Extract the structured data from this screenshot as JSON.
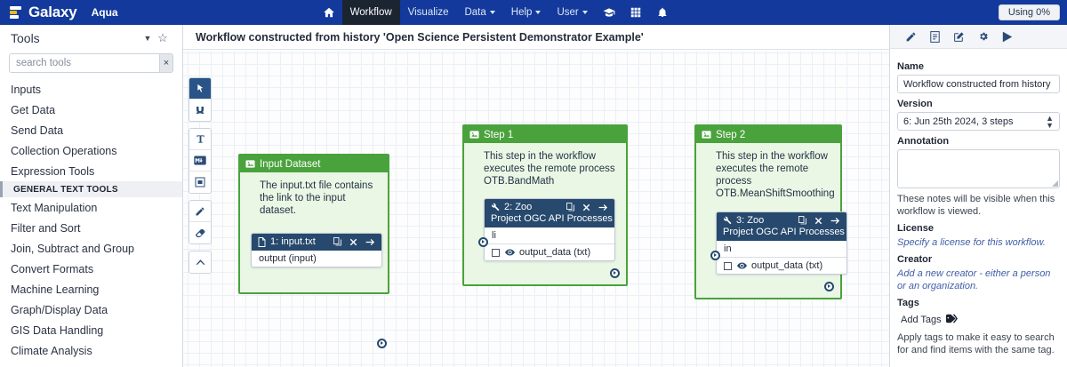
{
  "masthead": {
    "brand": "Galaxy",
    "brand_sub": "Aqua",
    "nav": [
      {
        "label": "home-icon",
        "icon": "home-icon",
        "active": false,
        "caret": false
      },
      {
        "label": "Workflow",
        "icon": "",
        "active": true,
        "caret": false
      },
      {
        "label": "Visualize",
        "icon": "",
        "active": false,
        "caret": false
      },
      {
        "label": "Data",
        "icon": "",
        "active": false,
        "caret": true
      },
      {
        "label": "Help",
        "icon": "",
        "active": false,
        "caret": true
      },
      {
        "label": "User",
        "icon": "",
        "active": false,
        "caret": true
      }
    ],
    "icons": [
      "graduation-cap-icon",
      "grid-apps-icon",
      "bell-icon"
    ],
    "usage_badge": "Using 0%",
    "accent_color": "#12399b"
  },
  "tools_panel": {
    "title": "Tools",
    "search_placeholder": "search tools",
    "search_value": "",
    "clear_label": "×",
    "items": [
      {
        "label": "Inputs",
        "type": "item"
      },
      {
        "label": "Get Data",
        "type": "item"
      },
      {
        "label": "Send Data",
        "type": "item"
      },
      {
        "label": "Collection Operations",
        "type": "item"
      },
      {
        "label": "Expression Tools",
        "type": "item"
      },
      {
        "label": "GENERAL TEXT TOOLS",
        "type": "section"
      },
      {
        "label": "Text Manipulation",
        "type": "item"
      },
      {
        "label": "Filter and Sort",
        "type": "item"
      },
      {
        "label": "Join, Subtract and Group",
        "type": "item"
      },
      {
        "label": "Convert Formats",
        "type": "item"
      },
      {
        "label": "Machine Learning",
        "type": "item"
      },
      {
        "label": "Graph/Display Data",
        "type": "item"
      },
      {
        "label": "GIS Data Handling",
        "type": "item"
      },
      {
        "label": "Climate Analysis",
        "type": "item"
      }
    ]
  },
  "editor": {
    "title": "Workflow constructed from history 'Open Science Persistent Demonstrator Example'",
    "toolstrip": [
      {
        "name": "pointer-icon",
        "active": true
      },
      {
        "name": "magnet-icon",
        "active": false
      },
      {
        "name": "text-comment-icon",
        "active": false
      },
      {
        "name": "markdown-comment-icon",
        "active": false
      },
      {
        "name": "frame-comment-icon",
        "active": false
      },
      {
        "name": "freehand-pen-icon",
        "active": false
      },
      {
        "name": "eraser-icon",
        "active": false
      },
      {
        "name": "collapse-chevron-icon",
        "active": false
      }
    ],
    "node_color": "#4aa23c",
    "edge_color": "#27496d",
    "nodes": [
      {
        "id": "input-dataset",
        "title": "Input Dataset",
        "title_icon": "input-dataset-icon",
        "description": "The input.txt file contains the link to the input dataset.",
        "step": {
          "icon": "file-icon",
          "title": "1: input.txt",
          "subtitle": "",
          "actions": [
            "duplicate-icon",
            "remove-icon",
            "insert-icon"
          ],
          "input": "",
          "output": "output (input)",
          "output_has_checkbox": false
        }
      },
      {
        "id": "step-1",
        "title": "Step 1",
        "title_icon": "input-dataset-icon",
        "description": "This step in the workflow executes the remote process OTB.BandMath",
        "step": {
          "icon": "wrench-icon",
          "title": "2: Zoo",
          "subtitle": "Project OGC API Processes",
          "actions": [
            "duplicate-icon",
            "remove-icon",
            "insert-icon"
          ],
          "input": "li",
          "output": "output_data (txt)",
          "output_has_checkbox": true
        }
      },
      {
        "id": "step-2",
        "title": "Step 2",
        "title_icon": "input-dataset-icon",
        "description": "This step in the workflow executes the remote process OTB.MeanShiftSmoothing",
        "step": {
          "icon": "wrench-icon",
          "title": "3: Zoo",
          "subtitle": "Project OGC API Processes",
          "actions": [
            "duplicate-icon",
            "remove-icon",
            "insert-icon"
          ],
          "input": "in",
          "output": "output_data (txt)",
          "output_has_checkbox": true
        }
      }
    ]
  },
  "attributes": {
    "toolbar_icons": [
      "edit-pencil-icon",
      "report-icon",
      "edit-attributes-icon",
      "gear-icon",
      "run-icon"
    ],
    "name_label": "Name",
    "name_value": "Workflow constructed from history 'Open",
    "version_label": "Version",
    "version_value": "6: Jun 25th 2024, 3 steps",
    "annotation_label": "Annotation",
    "annotation_value": "",
    "annotation_help": "These notes will be visible when this workflow is viewed.",
    "license_label": "License",
    "license_link": "Specify a license for this workflow.",
    "creator_label": "Creator",
    "creator_link": "Add a new creator - either a person or an organization.",
    "tags_label": "Tags",
    "tags_button": "Add Tags",
    "tags_icon": "tags-icon",
    "tags_help": "Apply tags to make it easy to search for and find items with the same tag."
  }
}
